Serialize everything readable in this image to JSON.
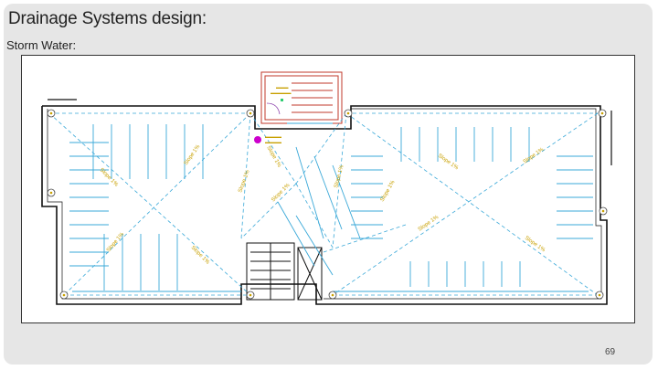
{
  "slide": {
    "title": "Drainage Systems design:",
    "subtitle": "Storm Water:",
    "page_number": "69"
  },
  "drawing": {
    "slope_label": "Slope 1%",
    "colors": {
      "pipes": "#39a8d8",
      "walls": "#111111",
      "stair_tower": "#c0392b",
      "annotation": "#c8a000",
      "drain_marker": "#cc00cc"
    }
  }
}
